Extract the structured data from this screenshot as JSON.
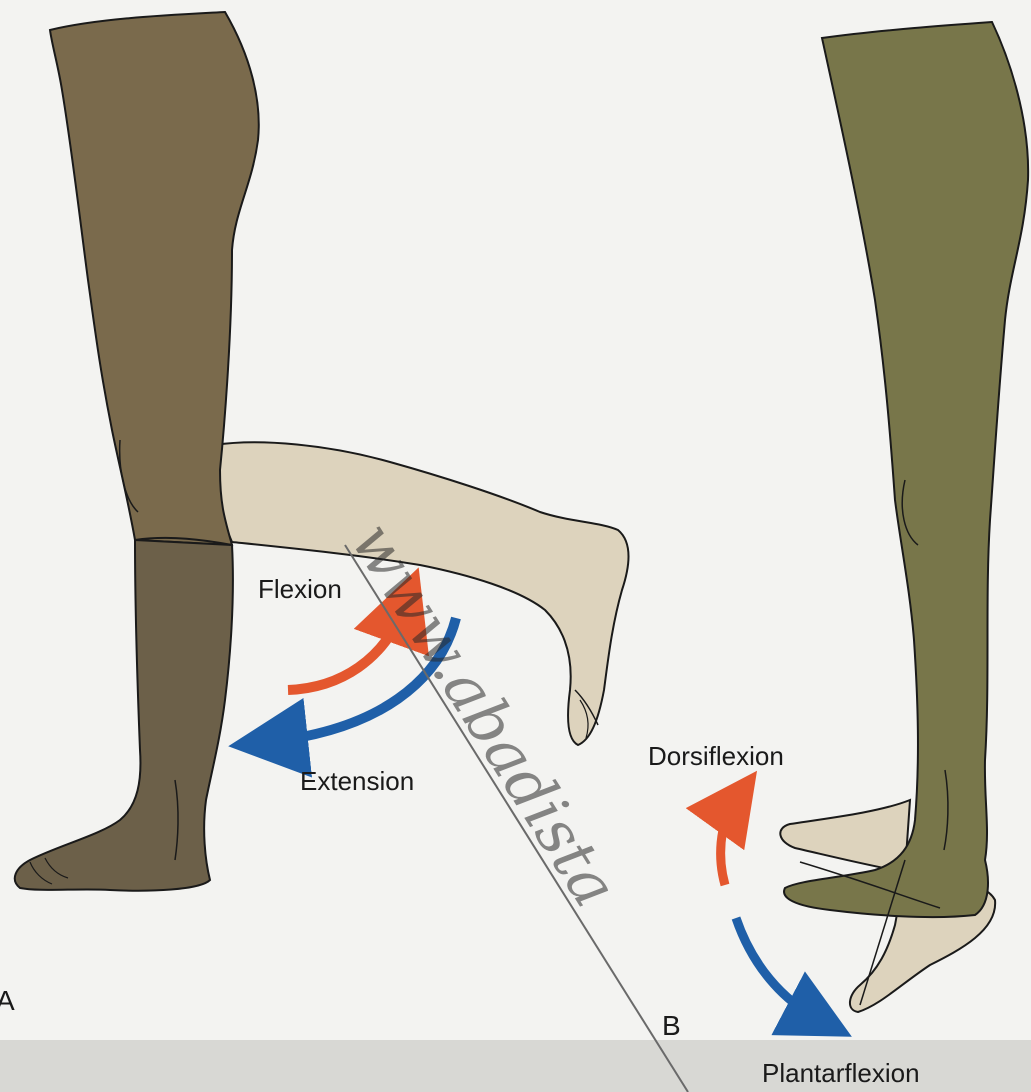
{
  "panels": {
    "a": {
      "letter": "A",
      "labels": {
        "flexion": "Flexion",
        "extension": "Extension"
      }
    },
    "b": {
      "letter": "B",
      "labels": {
        "dorsiflexion": "Dorsiflexion",
        "plantarflexion": "Plantarflexion"
      }
    }
  },
  "watermark": "www.abadista",
  "colors": {
    "flexion_arrow": "#e4572e",
    "extension_arrow": "#1f5fa8",
    "leg_a": "#7a6a4c",
    "leg_a_lower": "#6c6049",
    "leg_a_flexed": "#ddd3bd",
    "leg_b": "#78764a",
    "foot_b_ghost": "#ddd3bd",
    "background": "#f3f3f1"
  }
}
